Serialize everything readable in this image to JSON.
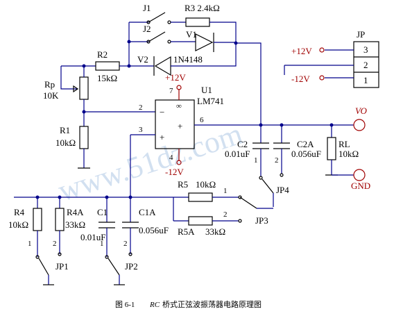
{
  "labels": {
    "j1": "J1",
    "j2": "J2",
    "r3": "R3  2.4kΩ",
    "v1": "V1",
    "v2": "V2",
    "d": "1N4148",
    "r2": "R2",
    "r2v": "15kΩ",
    "rp": "Rp",
    "rpv": "10K",
    "vcc": "+12V",
    "vee": "-12V",
    "u1": "U1",
    "u1t": "LM741",
    "r1": "R1",
    "r1v": "10kΩ",
    "c2": "C2",
    "c2v": "0.01uF",
    "c2a": "C2A",
    "c2av": "0.056uF",
    "rl": "RL",
    "rlv": "10kΩ",
    "vo": "VO",
    "gnd": "GND",
    "jp": "JP",
    "jp_pos": "+12V",
    "jp_neg": "-12V",
    "jp1": "3",
    "jp2": "2",
    "jp3": "1",
    "r5": "R5",
    "r5v": "10kΩ",
    "r5a": "R5A",
    "r5av": "33kΩ",
    "jp3n": "JP3",
    "jp4n": "JP4",
    "r4": "R4",
    "r4v": "10kΩ",
    "r4a": "R4A",
    "r4av": "33kΩ",
    "c1": "C1",
    "c1v": "0.01uF",
    "c1a": "C1A",
    "c1av": "0.056uF",
    "jp1n": "JP1",
    "jp2n": "JP2",
    "pin2": "2",
    "pin3": "3",
    "pin6": "6",
    "pin7": "7",
    "pin4": "4",
    "inf": "∞",
    "minus": "−",
    "plus": "+",
    "plus2": "+",
    "n1a": "1",
    "n2a": "2",
    "n1b": "1",
    "n2b": "2",
    "n1c": "1",
    "n2c": "2",
    "n1d": "1",
    "n2d": "2",
    "watermark": "www.51dz.com",
    "caption_fig": "图 6-1",
    "caption_rc": "RC",
    "caption_text": "桥式正弦波振荡器电路原理图"
  }
}
